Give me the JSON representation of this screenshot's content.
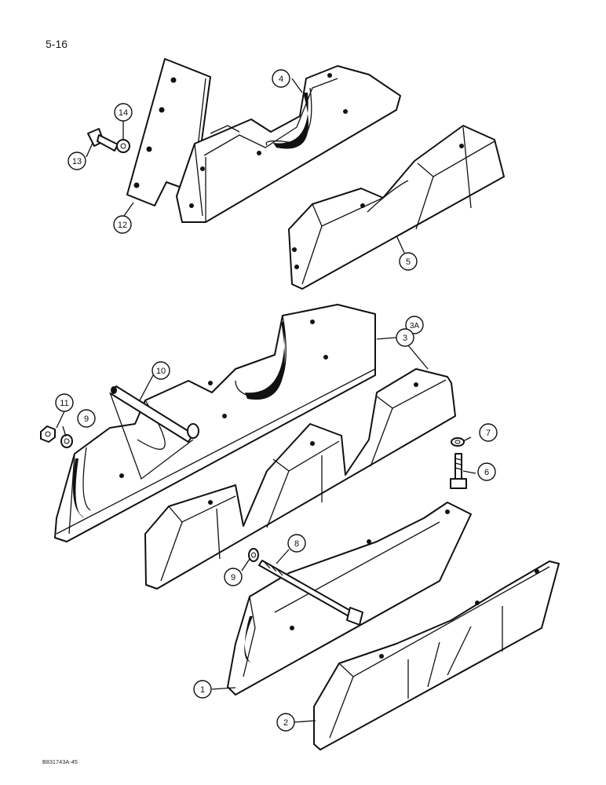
{
  "page_number": "5-16",
  "doc_code": "B831743A-45",
  "callouts": [
    {
      "id": "13",
      "label": "13"
    },
    {
      "id": "14",
      "label": "14"
    },
    {
      "id": "12",
      "label": "12"
    },
    {
      "id": "4",
      "label": "4"
    },
    {
      "id": "5",
      "label": "5"
    },
    {
      "id": "3A",
      "label": "3A"
    },
    {
      "id": "3",
      "label": "3"
    },
    {
      "id": "10",
      "label": "10"
    },
    {
      "id": "11",
      "label": "11"
    },
    {
      "id": "9a",
      "label": "9"
    },
    {
      "id": "7",
      "label": "7"
    },
    {
      "id": "6",
      "label": "6"
    },
    {
      "id": "8",
      "label": "8"
    },
    {
      "id": "9b",
      "label": "9"
    },
    {
      "id": "1",
      "label": "1"
    },
    {
      "id": "2",
      "label": "2"
    }
  ]
}
